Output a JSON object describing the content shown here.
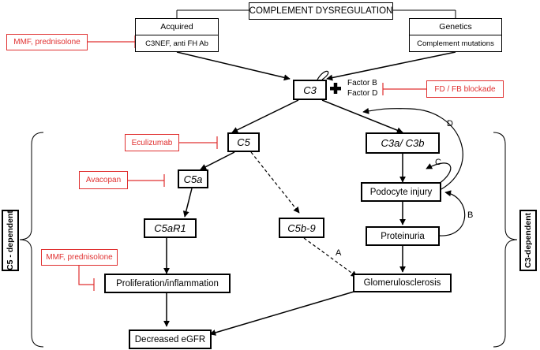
{
  "title": "COMPLEMENT DYSREGULATION",
  "acquired": {
    "heading": "Acquired",
    "detail": "C3NEF, anti FH Ab"
  },
  "genetics": {
    "heading": "Genetics",
    "detail": "Complement mutations"
  },
  "nodes": {
    "c3": "C3",
    "factor_b": "Factor B",
    "factor_d": "Factor D",
    "c5": "C5",
    "c3a_c3b": "C3a/ C3b",
    "c5a": "C5a",
    "c5ar1": "C5aR1",
    "c5b9": "C5b-9",
    "podocyte_injury": "Podocyte injury",
    "proteinuria": "Proteinuria",
    "proliferation": "Proliferation/inflammation",
    "glomerulosclerosis": "Glomerulosclerosis",
    "decreased_egfr": "Decreased eGFR"
  },
  "therapies": {
    "mmf_top": "MMF, prednisolone",
    "fd_fb": "FD / FB blockade",
    "eculizumab": "Eculizumab",
    "avacopan": "Avacopan",
    "mmf_bottom": "MMF, prednisolone"
  },
  "edge_labels": {
    "a": "A",
    "b": "B",
    "c": "C",
    "d": "D"
  },
  "side_labels": {
    "left": "C5 - dependent",
    "right": "C3-dependent"
  },
  "colors": {
    "inhibitor": "#e03030",
    "line": "#000000"
  }
}
